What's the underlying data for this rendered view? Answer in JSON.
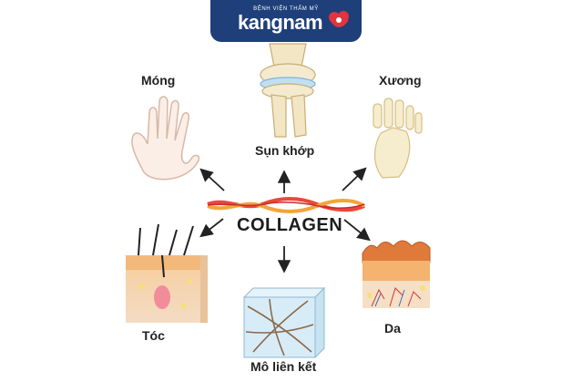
{
  "brand": {
    "tagline": "BỆNH VIỆN THẨM MỸ",
    "name": "kangnam",
    "banner_color": "#1e3f7a",
    "logo_icon": "heart-flower-icon"
  },
  "center": {
    "label": "COLLAGEN"
  },
  "targets": [
    {
      "id": "mong",
      "label": "Móng",
      "icon": "hand-icon"
    },
    {
      "id": "sun-khop",
      "label": "Sụn khớp",
      "icon": "knee-joint-icon"
    },
    {
      "id": "xuong",
      "label": "Xương",
      "icon": "foot-bone-icon"
    },
    {
      "id": "toc",
      "label": "Tóc",
      "icon": "hair-follicle-icon"
    },
    {
      "id": "mo-lien-ket",
      "label": "Mô liên kết",
      "icon": "connective-tissue-icon"
    },
    {
      "id": "da",
      "label": "Da",
      "icon": "skin-layer-icon"
    }
  ]
}
